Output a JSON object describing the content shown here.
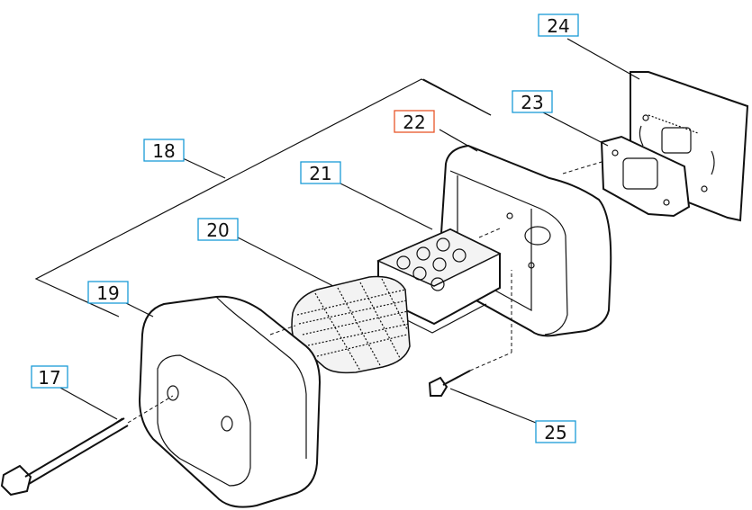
{
  "colors": {
    "label_border": "#1a9bd7",
    "label_border_highlight": "#e8562a",
    "line": "#111111"
  },
  "labels": [
    {
      "id": "17",
      "text": "17",
      "highlight": false
    },
    {
      "id": "18",
      "text": "18",
      "highlight": false
    },
    {
      "id": "19",
      "text": "19",
      "highlight": false
    },
    {
      "id": "20",
      "text": "20",
      "highlight": false
    },
    {
      "id": "21",
      "text": "21",
      "highlight": false
    },
    {
      "id": "22",
      "text": "22",
      "highlight": true
    },
    {
      "id": "23",
      "text": "23",
      "highlight": false
    },
    {
      "id": "24",
      "text": "24",
      "highlight": false
    },
    {
      "id": "25",
      "text": "25",
      "highlight": false
    }
  ]
}
